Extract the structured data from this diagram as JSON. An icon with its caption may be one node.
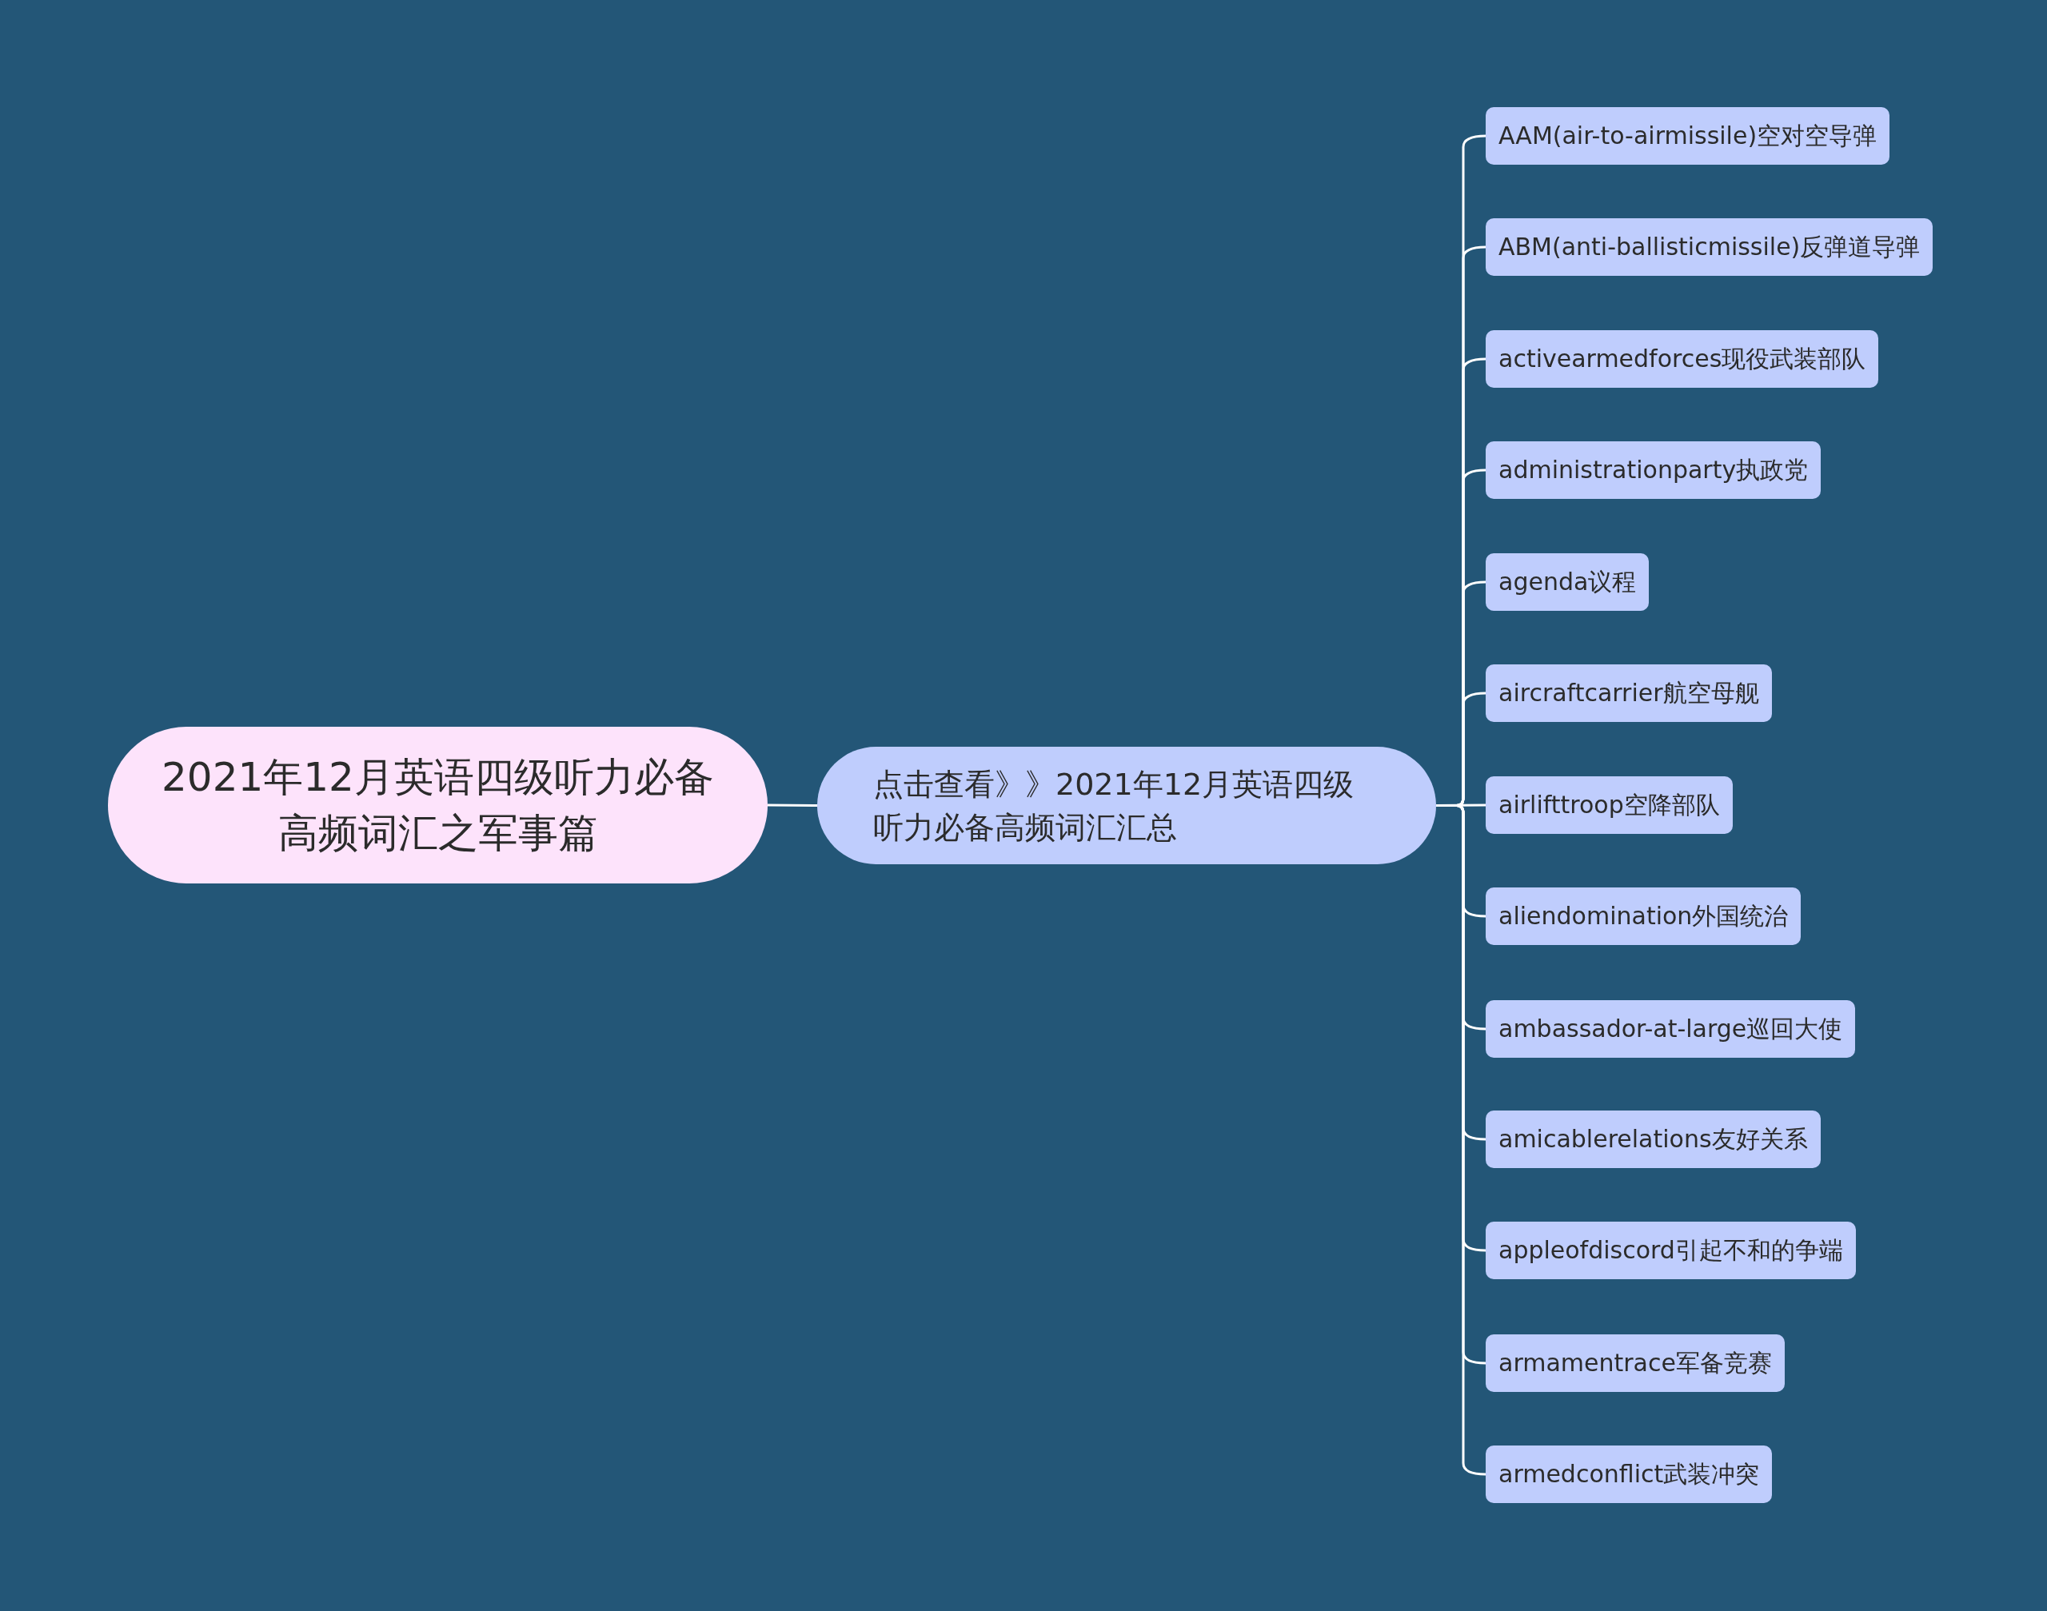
{
  "diagram": {
    "nodes": [
      {
        "text": [
          "2021年12月英语四级听力必备高频词汇之军事篇"
        ]
      },
      {
        "text": [
          "点击查看》》2021年12月英语四级听力必备高频词汇汇总"
        ]
      },
      {
        "text": [
          "AAM(air-to-airmissile)空对空导弹"
        ]
      },
      {
        "text": [
          "ABM(anti-ballisticmissile)反弹道导弹"
        ]
      },
      {
        "text": [
          "activearmedforces现役武装部队"
        ]
      },
      {
        "text": [
          "administrationparty执政党"
        ]
      },
      {
        "text": [
          "agenda议程"
        ]
      },
      {
        "text": [
          "aircraftcarrier航空母舰"
        ]
      },
      {
        "text": [
          "airlifttroop空降部队"
        ]
      },
      {
        "text": [
          "aliendomination外国统治"
        ]
      },
      {
        "text": [
          "ambassador-at-large巡回大使"
        ]
      },
      {
        "text": [
          "amicablerelations友好关系"
        ]
      },
      {
        "text": [
          "appleofdiscord引起不和的争端"
        ]
      },
      {
        "text": [
          "armamentrace军备竞赛"
        ]
      },
      {
        "text": [
          "armedconflict武装冲突"
        ]
      }
    ],
    "edges": [
      {
        "from": 0,
        "to": 1,
        "arrow": "none"
      },
      {
        "from": 1,
        "to": 2,
        "arrow": "none"
      },
      {
        "from": 1,
        "to": 3,
        "arrow": "none"
      },
      {
        "from": 1,
        "to": 4,
        "arrow": "none"
      },
      {
        "from": 1,
        "to": 5,
        "arrow": "none"
      },
      {
        "from": 1,
        "to": 6,
        "arrow": "none"
      },
      {
        "from": 1,
        "to": 7,
        "arrow": "none"
      },
      {
        "from": 1,
        "to": 8,
        "arrow": "none"
      },
      {
        "from": 1,
        "to": 9,
        "arrow": "none"
      },
      {
        "from": 1,
        "to": 10,
        "arrow": "none"
      },
      {
        "from": 1,
        "to": 11,
        "arrow": "none"
      },
      {
        "from": 1,
        "to": 12,
        "arrow": "none"
      },
      {
        "from": 1,
        "to": 13,
        "arrow": "none"
      },
      {
        "from": 1,
        "to": 14,
        "arrow": "none"
      }
    ]
  }
}
